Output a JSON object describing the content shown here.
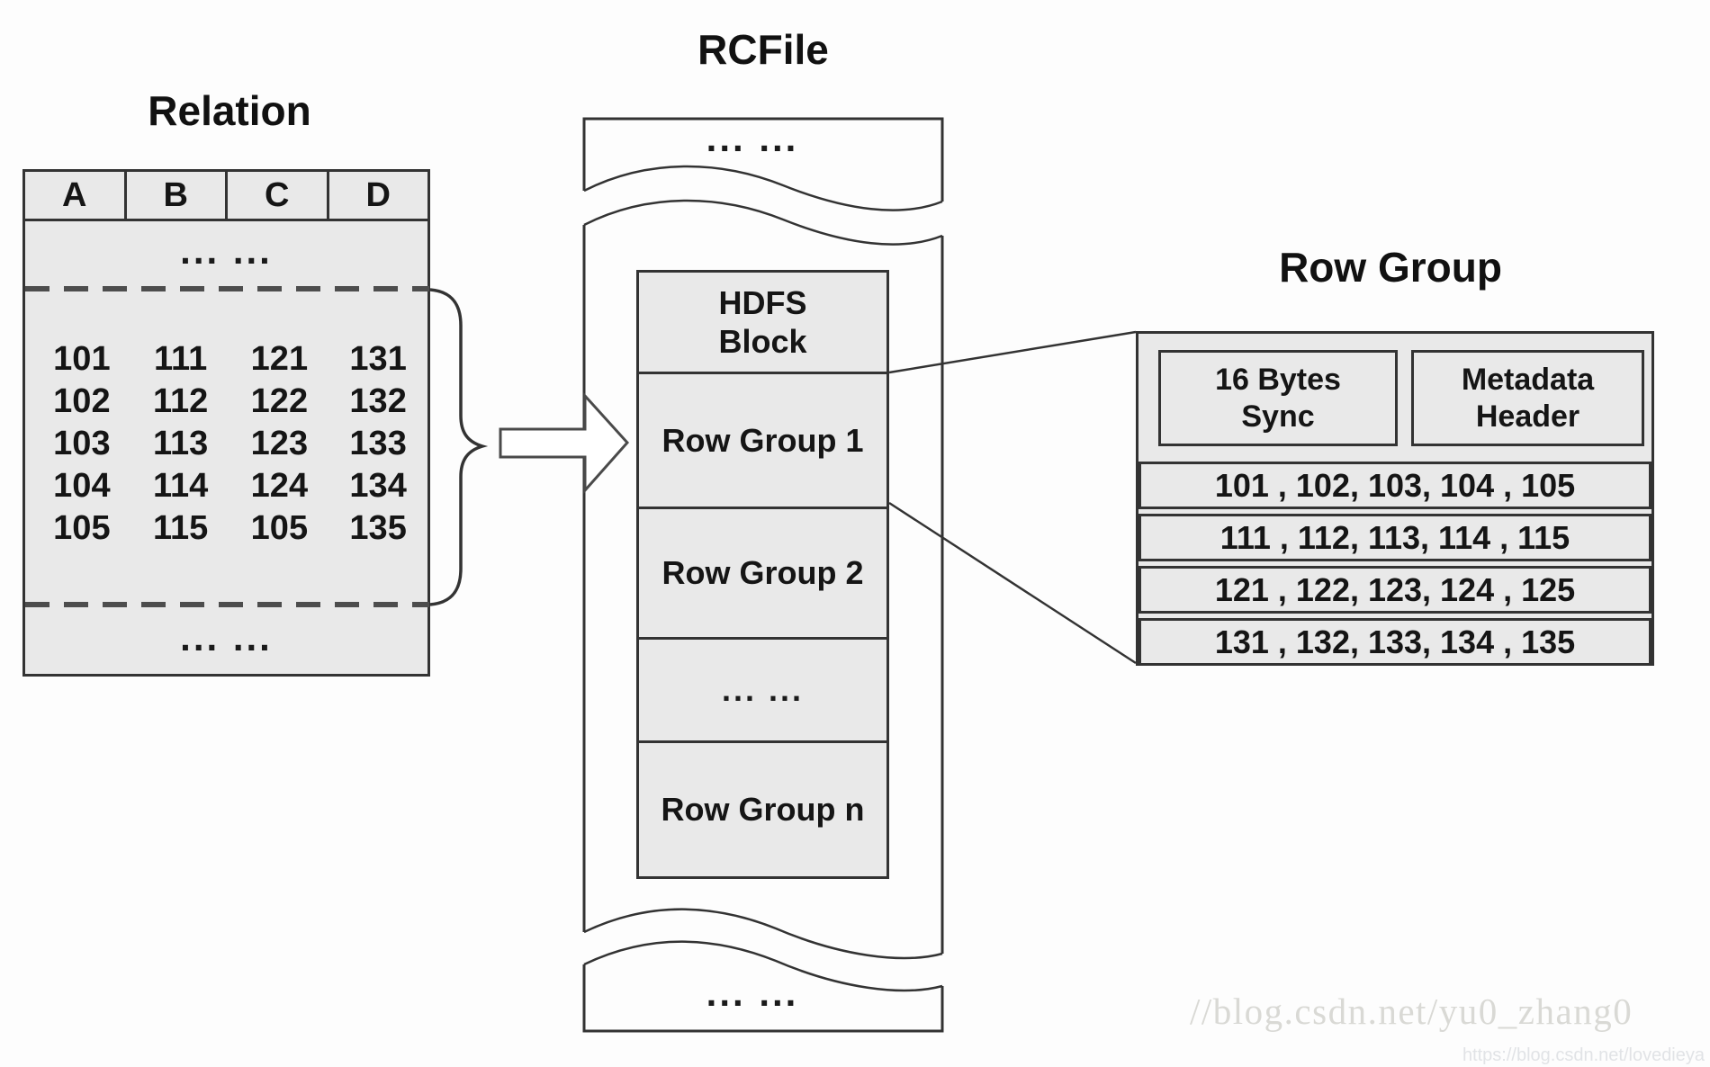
{
  "relation": {
    "title": "Relation",
    "columns": [
      "A",
      "B",
      "C",
      "D"
    ],
    "ellipsis_top": "... ...",
    "rows": [
      [
        "101",
        "111",
        "121",
        "131"
      ],
      [
        "102",
        "112",
        "122",
        "132"
      ],
      [
        "103",
        "113",
        "123",
        "133"
      ],
      [
        "104",
        "114",
        "124",
        "134"
      ],
      [
        "105",
        "115",
        "105",
        "135"
      ]
    ],
    "ellipsis_bottom": "... ..."
  },
  "rcfile": {
    "title": "RCFile",
    "ellipsis_top": "... ...",
    "blocks": {
      "hdfs": "HDFS\nBlock",
      "rg1": "Row Group 1",
      "rg2": "Row Group 2",
      "dots": "... ...",
      "rgn": "Row Group n"
    },
    "ellipsis_bottom": "... ..."
  },
  "rowgroup": {
    "title": "Row Group",
    "sync_label": "16 Bytes\nSync",
    "metadata_label": "Metadata\nHeader",
    "rows": [
      "101 , 102, 103, 104 , 105",
      "111 , 112, 113, 114 , 115",
      "121 , 122, 123, 124 , 125",
      "131 , 132, 133, 134 , 135"
    ]
  },
  "watermark": {
    "main": "//blog.csdn.net/yu0_zhang0",
    "small": "https://blog.csdn.net/lovedieya"
  },
  "colors": {
    "fill_gray": "#e9e9e9",
    "border_dark": "#333333",
    "dash_gray": "#4d4d4d"
  }
}
